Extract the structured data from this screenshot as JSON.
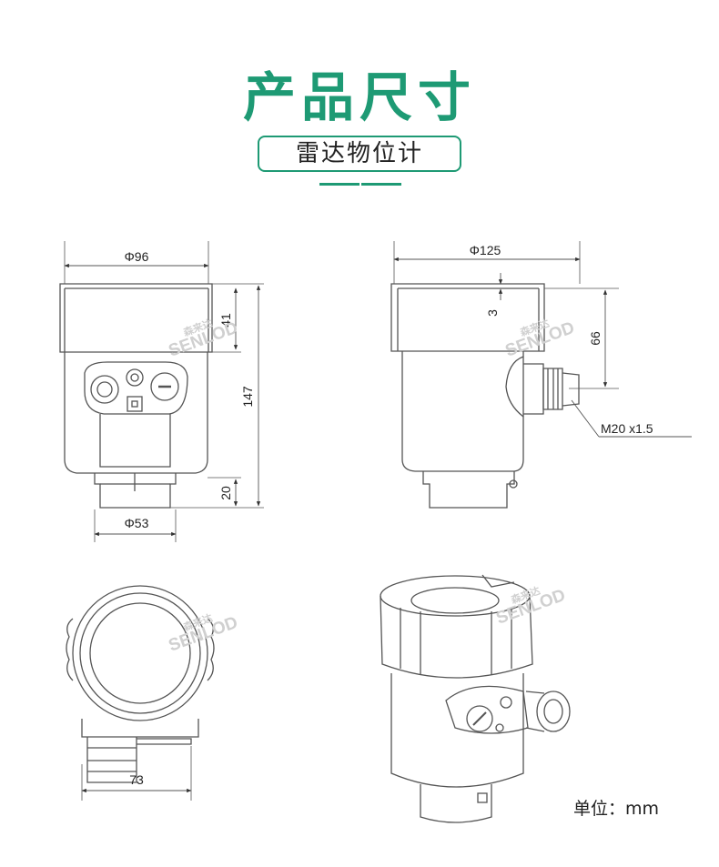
{
  "header": {
    "title": "产品尺寸",
    "subtitle": "雷达物位计"
  },
  "dimensions": {
    "front": {
      "top_width": "Φ96",
      "cover_height": "41",
      "total_height": "147",
      "bottom_height": "20",
      "bottom_width": "Φ53"
    },
    "side": {
      "top_width": "Φ125",
      "gap": "3",
      "offset_height": "66",
      "thread": "M20 x1.5"
    },
    "top": {
      "width": "73"
    }
  },
  "watermark": {
    "brand": "SENLOD",
    "brand_cn": "森来达"
  },
  "footer": {
    "unit_label": "单位：mm"
  },
  "colors": {
    "accent": "#1e9a74",
    "line": "#555555",
    "watermark": "#d0d0d0"
  }
}
